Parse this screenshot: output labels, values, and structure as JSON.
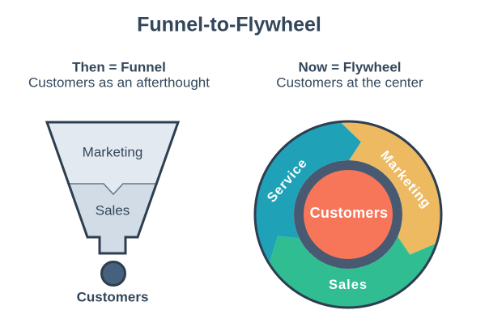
{
  "title": "Funnel-to-Flywheel",
  "colors": {
    "text_dark": "#33475b",
    "outline_navy": "#2d3e50",
    "ring_navy": "#475a71",
    "funnel_top_fill": "#e3e9f0",
    "funnel_bottom_fill": "#d2dce7",
    "funnel_divider": "#64788c",
    "customer_dot_fill": "#45617e",
    "label_light": "#ffffff"
  },
  "funnel_panel": {
    "heading": "Then = Funnel",
    "subheading": "Customers as an afterthought",
    "stages": [
      {
        "label": "Marketing"
      },
      {
        "label": "Sales"
      }
    ],
    "outcome_label": "Customers"
  },
  "flywheel_panel": {
    "heading": "Now = Flywheel",
    "subheading": "Customers at the center",
    "segments": [
      {
        "label": "Service",
        "color": "#1fa2b8"
      },
      {
        "label": "Marketing",
        "color": "#edb961"
      },
      {
        "label": "Sales",
        "color": "#31bd92"
      }
    ],
    "center_label": "Customers",
    "center_color": "#f7765a"
  }
}
